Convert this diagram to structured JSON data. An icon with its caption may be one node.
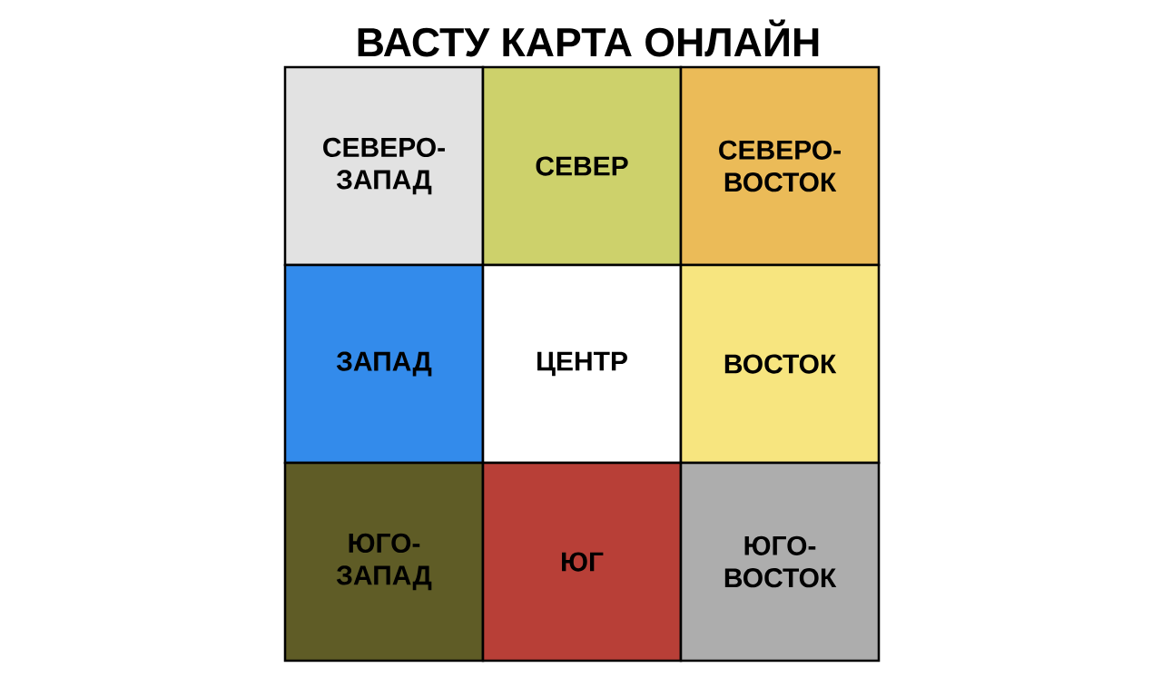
{
  "diagram": {
    "title": "ВАСТУ КАРТА ОНЛАЙН",
    "nodes": [
      {
        "text": [
          "СЕВЕРО- ЗАПАД"
        ]
      },
      {
        "text": [
          "СЕВЕР"
        ]
      },
      {
        "text": [
          "СЕВЕРО- ВОСТОК"
        ]
      },
      {
        "text": [
          "ЗАПАД"
        ]
      },
      {
        "text": [
          "ЦЕНТР"
        ]
      },
      {
        "text": [
          "ВОСТОК"
        ]
      },
      {
        "text": [
          "ЮГО- ЗАПАД"
        ]
      },
      {
        "text": [
          "ЮГ"
        ]
      },
      {
        "text": [
          "ЮГО- ВОСТОК"
        ]
      }
    ]
  }
}
